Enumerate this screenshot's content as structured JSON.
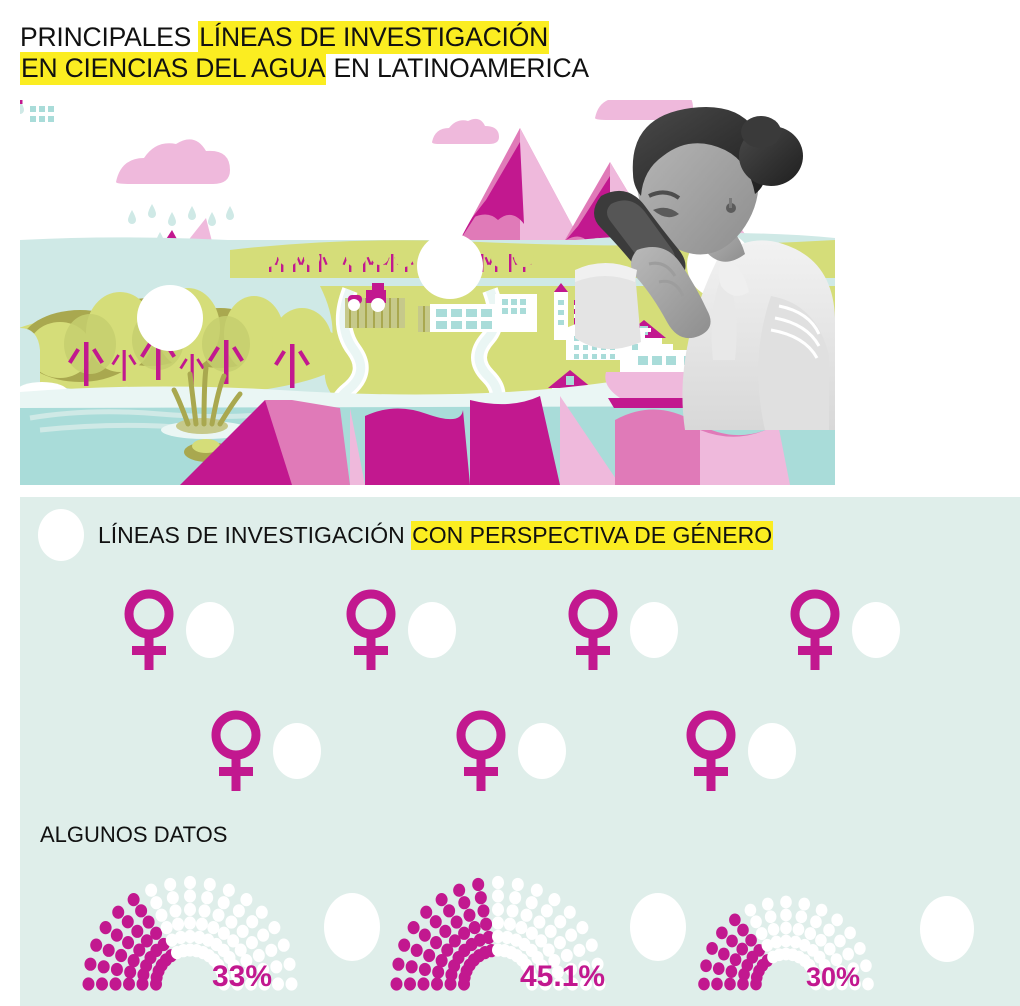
{
  "title": {
    "line1_part1": "PRINCIPALES ",
    "line1_highlight": "LÍNEAS DE INVESTIGACIÓN",
    "line2_highlight": "EN CIENCIAS DEL AGUA",
    "line2_part2": " EN LATINOAMERICA"
  },
  "subtitle": {
    "plain": "LÍNEAS DE INVESTIGACIÓN ",
    "highlight": "CON PERSPECTIVA DE GÉNERO"
  },
  "section_label": "ALGUNOS DATOS",
  "colors": {
    "highlight_yellow": "#fbed21",
    "magenta": "#c2188f",
    "pink": "#e07ab8",
    "pink_light": "#efb9dc",
    "olive": "#d5dd79",
    "olive_dark": "#a9a84f",
    "water": "#a9dcd9",
    "water_light": "#cfe9e6",
    "mint_bg": "#dfeeea",
    "white": "#ffffff",
    "text": "#111111"
  },
  "scene": {
    "alt": "water-cycle-landscape-illustration",
    "elements": [
      "rain-cloud",
      "cloud",
      "mountains",
      "forest",
      "river",
      "town-buildings",
      "factory",
      "houses",
      "ship",
      "underwater-rocks",
      "reeds",
      "scientist-photo"
    ]
  },
  "gender_lines": {
    "row1": [
      {
        "icon": "venus-symbol",
        "blank": true
      },
      {
        "icon": "venus-symbol",
        "blank": true
      },
      {
        "icon": "venus-symbol",
        "blank": true
      },
      {
        "icon": "venus-symbol",
        "blank": true
      }
    ],
    "row2": [
      {
        "icon": "venus-symbol",
        "blank": true
      },
      {
        "icon": "venus-symbol",
        "blank": true
      },
      {
        "icon": "venus-symbol",
        "blank": true
      }
    ]
  },
  "chart_data": [
    {
      "type": "pie",
      "subtype": "semicircle-dot-gauge",
      "title": "ALGUNOS DATOS",
      "label": "33%",
      "value": 33,
      "max": 100,
      "unit": "%",
      "filled_color": "#c2188f",
      "empty_color": "#ffffff",
      "rings": 6,
      "dots_per_ring": 17
    },
    {
      "type": "pie",
      "subtype": "semicircle-dot-gauge",
      "label": "45.1%",
      "value": 45.1,
      "max": 100,
      "unit": "%",
      "filled_color": "#c2188f",
      "empty_color": "#ffffff",
      "rings": 6,
      "dots_per_ring": 17
    },
    {
      "type": "pie",
      "subtype": "semicircle-dot-gauge",
      "label": "30%",
      "value": 30,
      "max": 100,
      "unit": "%",
      "filled_color": "#c2188f",
      "empty_color": "#ffffff",
      "rings": 5,
      "dots_per_ring": 15
    }
  ]
}
